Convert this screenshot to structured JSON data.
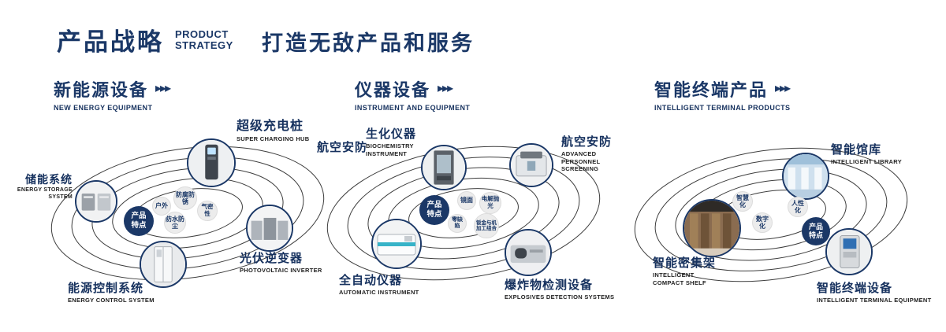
{
  "colors": {
    "navy": "#1b3867",
    "ring": "#3d3d3d",
    "bubble_bg": "#ececec",
    "background": "#ffffff"
  },
  "icons": {
    "triple_arrow": "▸▸▸"
  },
  "header": {
    "title": "产品战略",
    "subtitle_line1": "PRODUCT",
    "subtitle_line2": "STRATEGY",
    "tagline": "打造无敌产品和服务"
  },
  "sections": [
    {
      "title": "新能源设备",
      "subtitle": "NEW ENERGY EQUIPMENT",
      "center_label": "产品特点",
      "features": [
        "户外",
        "防腐防锈",
        "气密性",
        "防水防尘"
      ],
      "products": [
        {
          "name": "储能系统",
          "en": "ENERGY STORAGE SYSTEM"
        },
        {
          "name": "超级充电桩",
          "en": "SUPER CHARGING HUB"
        },
        {
          "name": "光伏逆变器",
          "en": "PHOTOVOLTAIC INVERTER"
        },
        {
          "name": "能源控制系统",
          "en": "ENERGY CONTROL SYSTEM"
        }
      ]
    },
    {
      "title": "仪器设备",
      "subtitle": "INSTRUMENT AND EQUIPMENT",
      "center_label": "产品特点",
      "extra_label": "航空安防",
      "features": [
        "镜面",
        "电解抛光",
        "零缺陷",
        "钣金与机加工组合"
      ],
      "products": [
        {
          "name": "生化仪器",
          "en": "BIOCHEMISTRY INSTRUMENT"
        },
        {
          "name": "航空安防",
          "en": "ADVANCED PERSONNEL SCREENING"
        },
        {
          "name": "全自动仪器",
          "en": "AUTOMATIC INSTRUMENT"
        },
        {
          "name": "爆炸物检测设备",
          "en": "EXPLOSIVES DETECTION SYSTEMS"
        }
      ]
    },
    {
      "title": "智能终端产品",
      "subtitle": "INTELLIGENT TERMINAL PRODUCTS",
      "center_label": "产品特点",
      "features": [
        "智慧化",
        "人性化",
        "数字化"
      ],
      "products": [
        {
          "name": "智能馆库",
          "en": "INTELLIGENT LIBRARY"
        },
        {
          "name": "智能密集架",
          "en": "INTELLIGENT COMPACT SHELF"
        },
        {
          "name": "智能终端设备",
          "en": "INTELLIGENT TERMINAL EQUIPMENT"
        }
      ]
    }
  ]
}
